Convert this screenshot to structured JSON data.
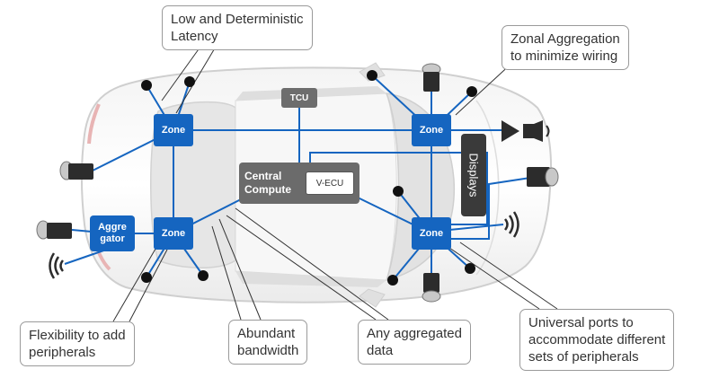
{
  "callouts": {
    "latency": [
      "Low and Deterministic",
      "Latency"
    ],
    "zonal": [
      "Zonal Aggregation",
      "to minimize wiring"
    ],
    "flexibility": [
      "Flexibility to add",
      "peripherals"
    ],
    "bandwidth": [
      "Abundant",
      "bandwidth"
    ],
    "aggregated": [
      "Any aggregated",
      "data"
    ],
    "universal": [
      "Universal ports to",
      "accommodate different",
      "sets of peripherals"
    ]
  },
  "nodes": {
    "zone_label": "Zone",
    "aggregator": [
      "Aggre",
      "gator"
    ],
    "tcu": "TCU",
    "central": [
      "Central",
      "Compute"
    ],
    "vecu": "V-ECU",
    "displays": "Displays"
  },
  "colors": {
    "zone_blue": "#1565c0",
    "wire_blue": "#1565c0",
    "central_gray": "#6b6b6b",
    "displays_dark": "#3a3a3a",
    "sensor_dot": "#111111"
  },
  "icons": [
    "camera-icon",
    "sensor-dot-icon",
    "speaker-icon",
    "signal-wave-icon",
    "car-outline"
  ]
}
